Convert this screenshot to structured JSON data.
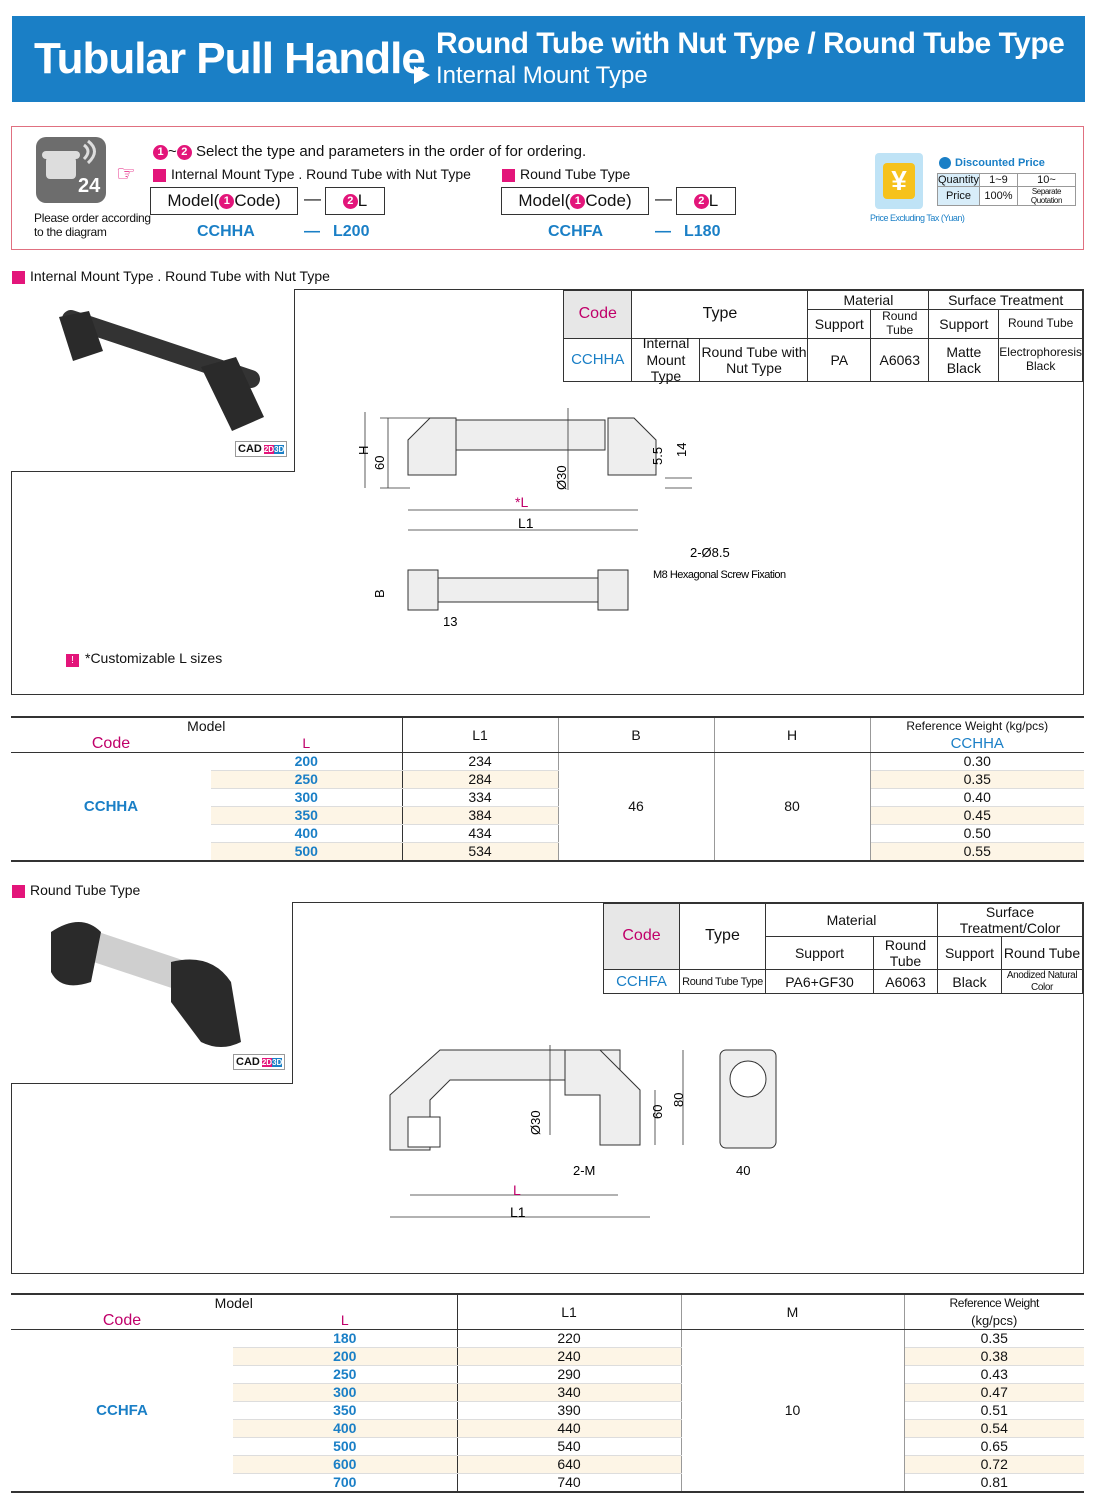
{
  "header": {
    "title": "Tubular Pull Handle",
    "subtitle_line1": "Round Tube with Nut Type / Round Tube Type",
    "subtitle_line2": "Internal Mount Type"
  },
  "order": {
    "instruction_prefix": "~",
    "instruction": "Select the type and parameters in the order of for ordering.",
    "phone_label": "Please order according to the diagram",
    "phone_digits": "24",
    "step1": "1",
    "step2": "2",
    "type1_label": "Internal Mount Type . Round Tube with Nut Type",
    "type2_label": "Round Tube Type",
    "model_label_pre": "Model(",
    "model_label_post": "Code)",
    "l_label": "L",
    "dash": "—",
    "type1_code": "CCHHA",
    "type1_l": "L200",
    "type2_code": "CCHFA",
    "type2_l": "L180",
    "discount_title": "Discounted Price",
    "discount_qty_label": "Quantity",
    "discount_qty1": "1~9",
    "discount_qty2": "10~",
    "discount_price_label": "Price",
    "discount_price1": "100%",
    "discount_price2": "Separate Quotation",
    "tax_note": "Price Excluding Tax (Yuan)",
    "yen": "¥"
  },
  "section1": {
    "title": "Internal Mount Type . Round Tube with Nut Type",
    "cad": "CAD",
    "cad_2d": "2D",
    "cad_3d": "3D",
    "note": "*Customizable L sizes",
    "spec_headers": {
      "code": "Code",
      "type": "Type",
      "material": "Material",
      "surface": "Surface Treatment",
      "support": "Support",
      "round_tube": "Round Tube"
    },
    "spec_row": {
      "code": "CCHHA",
      "type1": "Internal Mount Type",
      "type2": "Round Tube with Nut Type",
      "mat_support": "PA",
      "mat_tube": "A6063",
      "surf_support": "Matte Black",
      "surf_tube": "Electrophoresis Black"
    },
    "dims": {
      "H": "H",
      "v60": "60",
      "d30": "Ø30",
      "v55": "5.5",
      "v14": "14",
      "L": "*L",
      "L1": "L1",
      "hole": "2-Ø8.5",
      "screw": "M8 Hexagonal Screw Fixation",
      "B": "B",
      "v13": "13"
    }
  },
  "table1": {
    "model": "Model",
    "code": "Code",
    "l": "L",
    "l1": "L1",
    "b": "B",
    "h": "H",
    "weight": "Reference Weight (kg/pcs)",
    "weight_code": "CCHHA",
    "code_value": "CCHHA",
    "b_value": "46",
    "h_value": "80",
    "rows": [
      {
        "l": "200",
        "l1": "234",
        "w": "0.30"
      },
      {
        "l": "250",
        "l1": "284",
        "w": "0.35"
      },
      {
        "l": "300",
        "l1": "334",
        "w": "0.40"
      },
      {
        "l": "350",
        "l1": "384",
        "w": "0.45"
      },
      {
        "l": "400",
        "l1": "434",
        "w": "0.50"
      },
      {
        "l": "500",
        "l1": "534",
        "w": "0.55"
      }
    ]
  },
  "section2": {
    "title": "Round Tube Type",
    "spec_headers": {
      "code": "Code",
      "type": "Type",
      "material": "Material",
      "surface": "Surface Treatment/Color",
      "support": "Support",
      "round_tube": "Round Tube"
    },
    "spec_row": {
      "code": "CCHFA",
      "type": "Round Tube Type",
      "mat_support": "PA6+GF30",
      "mat_tube": "A6063",
      "surf_support": "Black",
      "surf_tube": "Anodized Natural Color"
    },
    "dims": {
      "d30": "Ø30",
      "v60": "60",
      "v80": "80",
      "m": "2-M",
      "L": "L",
      "L1": "L1",
      "v40": "40"
    }
  },
  "table2": {
    "model": "Model",
    "code": "Code",
    "l": "L",
    "l1": "L1",
    "m": "M",
    "weight1": "Reference Weight",
    "weight2": "(kg/pcs)",
    "code_value": "CCHFA",
    "m_value": "10",
    "rows": [
      {
        "l": "180",
        "l1": "220",
        "w": "0.35"
      },
      {
        "l": "200",
        "l1": "240",
        "w": "0.38"
      },
      {
        "l": "250",
        "l1": "290",
        "w": "0.43"
      },
      {
        "l": "300",
        "l1": "340",
        "w": "0.47"
      },
      {
        "l": "350",
        "l1": "390",
        "w": "0.51"
      },
      {
        "l": "400",
        "l1": "440",
        "w": "0.54"
      },
      {
        "l": "500",
        "l1": "540",
        "w": "0.65"
      },
      {
        "l": "600",
        "l1": "640",
        "w": "0.72"
      },
      {
        "l": "700",
        "l1": "740",
        "w": "0.81"
      }
    ]
  },
  "colors": {
    "brand_blue": "#1a7fc6",
    "magenta": "#e3157a",
    "cream": "#fdf5e6"
  }
}
